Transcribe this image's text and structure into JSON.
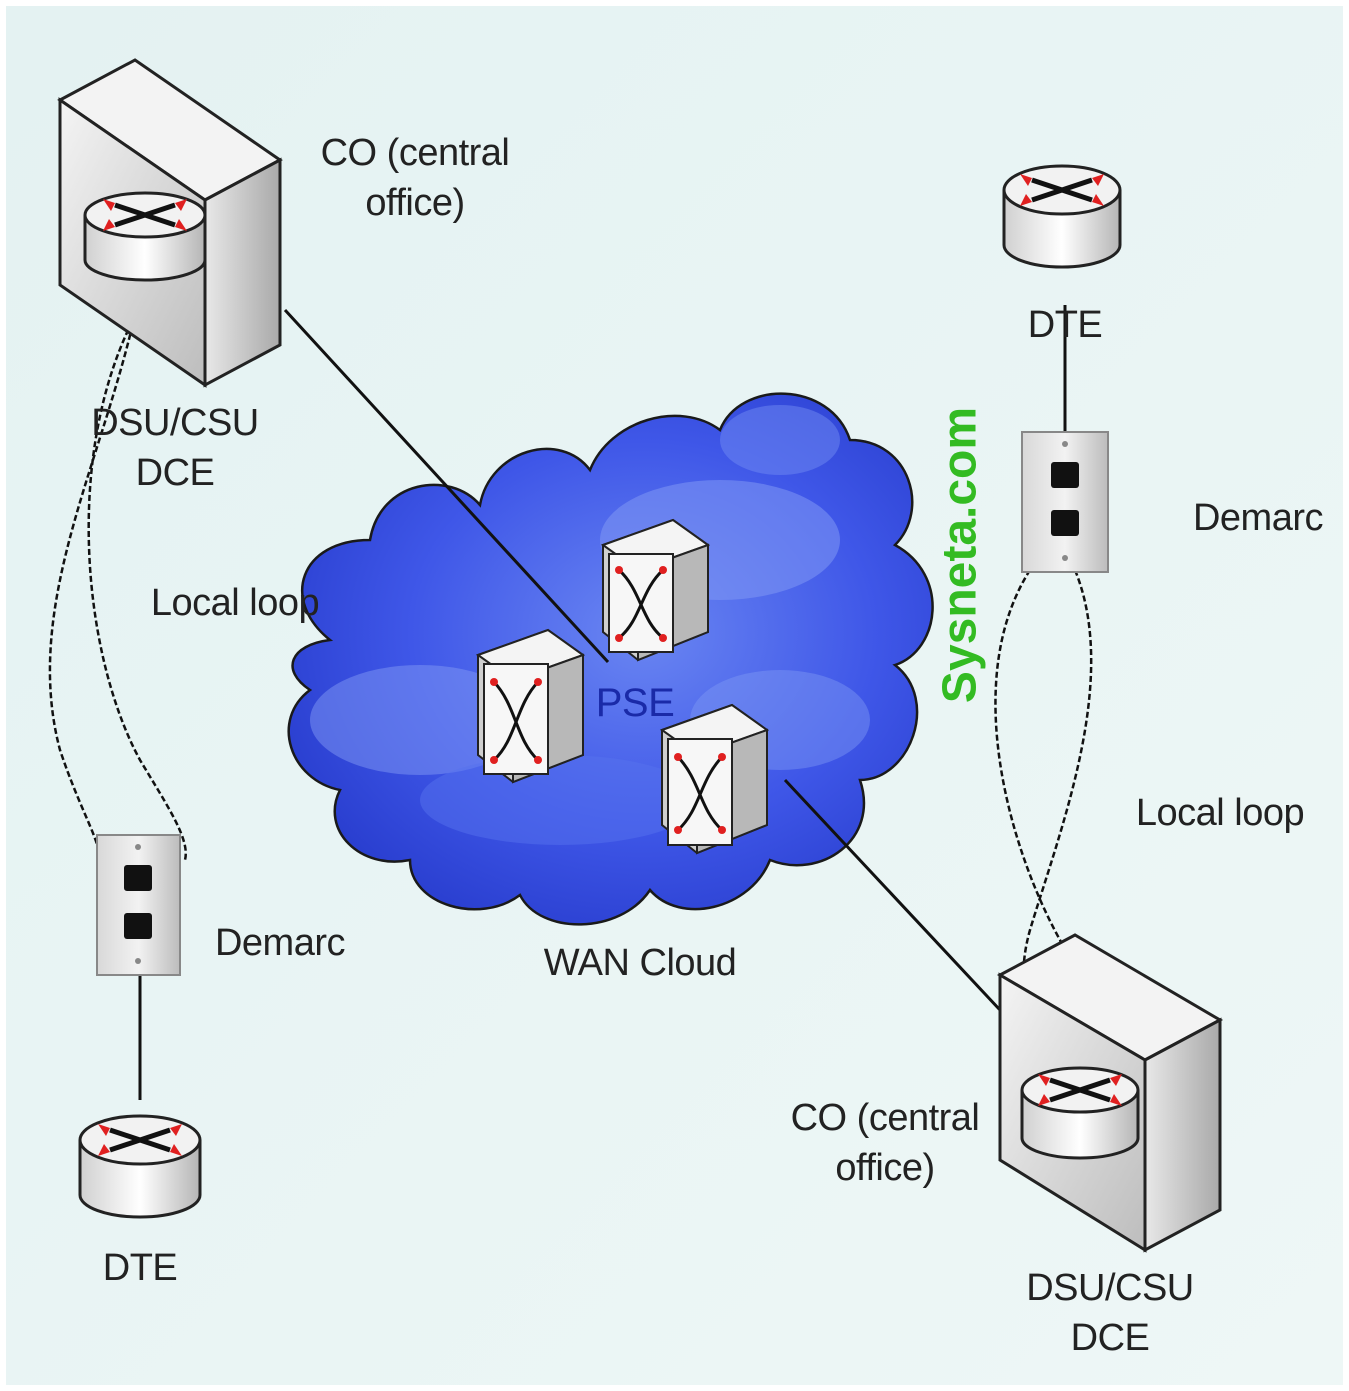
{
  "labels": {
    "co_top_line1": "CO (central",
    "co_top_line2": "office)",
    "dsu_top_line1": "DSU/CSU",
    "dsu_top_line2": "DCE",
    "local_loop_left": "Local loop",
    "demarc_left": "Demarc",
    "dte_bottom_left": "DTE",
    "wan_cloud": "WAN Cloud",
    "pse": "PSE",
    "dte_top_right": "DTE",
    "demarc_right": "Demarc",
    "local_loop_right": "Local loop",
    "co_bottom_line1": "CO (central",
    "co_bottom_line2": "office)",
    "dsu_bottom_line1": "DSU/CSU",
    "dsu_bottom_line2": "DCE"
  },
  "watermark": "Sysneta.com",
  "colors": {
    "background": "#e8f4f4",
    "cloud": "#3f57e8",
    "router_arrow": "#e02020",
    "watermark": "#33bb22",
    "pse_label": "#1a2aa8"
  }
}
